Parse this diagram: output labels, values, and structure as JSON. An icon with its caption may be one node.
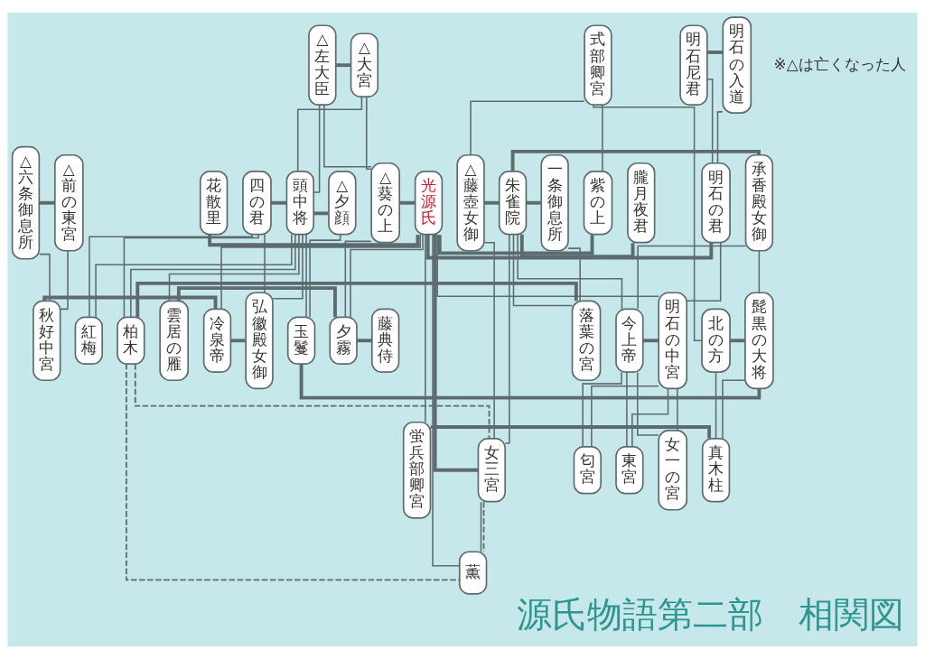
{
  "diagram": {
    "title": "源氏物語第二部　相関図",
    "nodes": [
      {
        "text": [
          "△六条御息所"
        ]
      },
      {
        "text": [
          "△前の東宮"
        ]
      },
      {
        "text": [
          "△左大臣"
        ]
      },
      {
        "text": [
          "△大宮"
        ]
      },
      {
        "text": [
          "朧月夜君"
        ]
      },
      {
        "text": [
          "式部卿宮"
        ]
      },
      {
        "text": [
          "△藤壺女御"
        ]
      },
      {
        "text": [
          "朱雀院"
        ]
      },
      {
        "text": [
          "承香殿女御"
        ]
      },
      {
        "text": [
          "一条御息所"
        ]
      },
      {
        "text": [
          "明石尼君"
        ]
      },
      {
        "text": [
          "明石の入道"
        ]
      },
      {
        "text": [
          "花散里"
        ]
      },
      {
        "text": [
          "紫の上"
        ]
      },
      {
        "text": [
          "四の君"
        ]
      },
      {
        "text": [
          "頭中将"
        ]
      },
      {
        "text": [
          "△夕顔"
        ]
      },
      {
        "text": [
          "△葵の上"
        ]
      },
      {
        "text": [
          "光源氏"
        ]
      },
      {
        "text": [
          "明石の君"
        ]
      },
      {
        "text": [
          "雲居の雁"
        ]
      },
      {
        "text": [
          "夕霧"
        ]
      },
      {
        "text": [
          "藤典侍"
        ]
      },
      {
        "text": [
          "女三宮"
        ]
      },
      {
        "text": [
          "今上帝"
        ]
      },
      {
        "text": [
          "明石の中宮"
        ]
      },
      {
        "text": [
          "女一の宮"
        ]
      },
      {
        "text": [
          "匂宮"
        ]
      },
      {
        "text": [
          "東宮"
        ]
      },
      {
        "text": [
          "秋好中宮"
        ]
      },
      {
        "text": [
          "冷泉帝"
        ]
      },
      {
        "text": [
          "弘徽殿女御"
        ]
      },
      {
        "text": [
          "紅梅"
        ]
      },
      {
        "text": [
          "柏木"
        ]
      },
      {
        "text": [
          "落葉の宮"
        ]
      },
      {
        "text": [
          "薫"
        ]
      },
      {
        "text": [
          "髭黒の大将"
        ]
      },
      {
        "text": [
          "玉鬘"
        ]
      },
      {
        "text": [
          "北の方"
        ]
      },
      {
        "text": [
          "蛍兵部卿宮"
        ]
      },
      {
        "text": [
          "真木柱"
        ]
      }
    ],
    "edges": [
      {
        "from": 0,
        "to": 1,
        "arrow": "none",
        "style": "thick"
      },
      {
        "from": 0,
        "to": 29,
        "arrow": "none"
      },
      {
        "from": 1,
        "to": 29,
        "arrow": "none"
      },
      {
        "from": 2,
        "to": 3,
        "arrow": "none",
        "style": "thick"
      },
      {
        "from": 2,
        "to": 17,
        "arrow": "none"
      },
      {
        "from": 3,
        "to": 17,
        "arrow": "none"
      },
      {
        "from": 2,
        "to": 15,
        "arrow": "none"
      },
      {
        "from": 3,
        "to": 15,
        "arrow": "none"
      },
      {
        "from": 18,
        "to": 30,
        "arrow": "none"
      },
      {
        "from": 18,
        "to": 39,
        "arrow": "none"
      },
      {
        "from": 5,
        "to": 6,
        "arrow": "none"
      },
      {
        "from": 6,
        "to": 7,
        "arrow": "none",
        "style": "thick"
      },
      {
        "from": 6,
        "to": 23,
        "arrow": "none"
      },
      {
        "from": 7,
        "to": 23,
        "arrow": "none"
      },
      {
        "from": 7,
        "to": 4,
        "arrow": "none",
        "style": "thick"
      },
      {
        "from": 7,
        "to": 9,
        "arrow": "none",
        "style": "thick"
      },
      {
        "from": 7,
        "to": 34,
        "arrow": "none"
      },
      {
        "from": 9,
        "to": 34,
        "arrow": "none"
      },
      {
        "from": 7,
        "to": 8,
        "arrow": "none",
        "style": "thick"
      },
      {
        "from": 7,
        "to": 24,
        "arrow": "none"
      },
      {
        "from": 8,
        "to": 24,
        "arrow": "none"
      },
      {
        "from": 8,
        "to": 36,
        "arrow": "none"
      },
      {
        "from": 10,
        "to": 11,
        "arrow": "none",
        "style": "thick"
      },
      {
        "from": 10,
        "to": 19,
        "arrow": "none"
      },
      {
        "from": 11,
        "to": 19,
        "arrow": "none"
      },
      {
        "from": 5,
        "to": 13,
        "arrow": "none"
      },
      {
        "from": 5,
        "to": 38,
        "arrow": "none"
      },
      {
        "from": 12,
        "to": 18,
        "arrow": "none",
        "style": "thick"
      },
      {
        "from": 18,
        "to": 13,
        "arrow": "none",
        "style": "thick"
      },
      {
        "from": 14,
        "to": 15,
        "arrow": "none",
        "style": "thick"
      },
      {
        "from": 14,
        "to": 31,
        "arrow": "none"
      },
      {
        "from": 15,
        "to": 31,
        "arrow": "none"
      },
      {
        "from": 14,
        "to": 32,
        "arrow": "none"
      },
      {
        "from": 15,
        "to": 32,
        "arrow": "none"
      },
      {
        "from": 14,
        "to": 33,
        "arrow": "none"
      },
      {
        "from": 15,
        "to": 33,
        "arrow": "none"
      },
      {
        "from": 15,
        "to": 16,
        "arrow": "none",
        "style": "thick"
      },
      {
        "from": 15,
        "to": 37,
        "arrow": "none"
      },
      {
        "from": 16,
        "to": 37,
        "arrow": "none"
      },
      {
        "from": 17,
        "to": 18,
        "arrow": "none",
        "style": "thick"
      },
      {
        "from": 17,
        "to": 21,
        "arrow": "none"
      },
      {
        "from": 18,
        "to": 21,
        "arrow": "none"
      },
      {
        "from": 15,
        "to": 20,
        "arrow": "none"
      },
      {
        "from": 20,
        "to": 21,
        "arrow": "none",
        "style": "thick"
      },
      {
        "from": 21,
        "to": 22,
        "arrow": "none",
        "style": "thick"
      },
      {
        "from": 18,
        "to": 19,
        "arrow": "none",
        "style": "thick"
      },
      {
        "from": 18,
        "to": 25,
        "arrow": "none"
      },
      {
        "from": 19,
        "to": 25,
        "arrow": "none"
      },
      {
        "from": 18,
        "to": 23,
        "arrow": "none",
        "style": "thick"
      },
      {
        "from": 18,
        "to": 35,
        "arrow": "none"
      },
      {
        "from": 23,
        "to": 35,
        "arrow": "none"
      },
      {
        "from": 33,
        "to": 23,
        "arrow": "none",
        "style": "dashed"
      },
      {
        "from": 33,
        "to": 35,
        "arrow": "none",
        "style": "dashed"
      },
      {
        "from": 23,
        "to": 35,
        "arrow": "none",
        "style": "dashed"
      },
      {
        "from": 24,
        "to": 25,
        "arrow": "none",
        "style": "thick"
      },
      {
        "from": 24,
        "to": 26,
        "arrow": "none"
      },
      {
        "from": 25,
        "to": 26,
        "arrow": "none"
      },
      {
        "from": 24,
        "to": 27,
        "arrow": "none"
      },
      {
        "from": 25,
        "to": 27,
        "arrow": "none"
      },
      {
        "from": 24,
        "to": 28,
        "arrow": "none"
      },
      {
        "from": 25,
        "to": 28,
        "arrow": "none"
      },
      {
        "from": 29,
        "to": 30,
        "arrow": "none",
        "style": "thick"
      },
      {
        "from": 30,
        "to": 31,
        "arrow": "none",
        "style": "thick"
      },
      {
        "from": 33,
        "to": 34,
        "arrow": "none",
        "style": "thick"
      },
      {
        "from": 37,
        "to": 36,
        "arrow": "none",
        "style": "thick"
      },
      {
        "from": 38,
        "to": 36,
        "arrow": "none",
        "style": "thick"
      },
      {
        "from": 38,
        "to": 40,
        "arrow": "none"
      },
      {
        "from": 36,
        "to": 40,
        "arrow": "none"
      },
      {
        "from": 39,
        "to": 40,
        "arrow": "none",
        "style": "thick"
      }
    ],
    "labels": [
      "※△は亡くなった人"
    ]
  }
}
